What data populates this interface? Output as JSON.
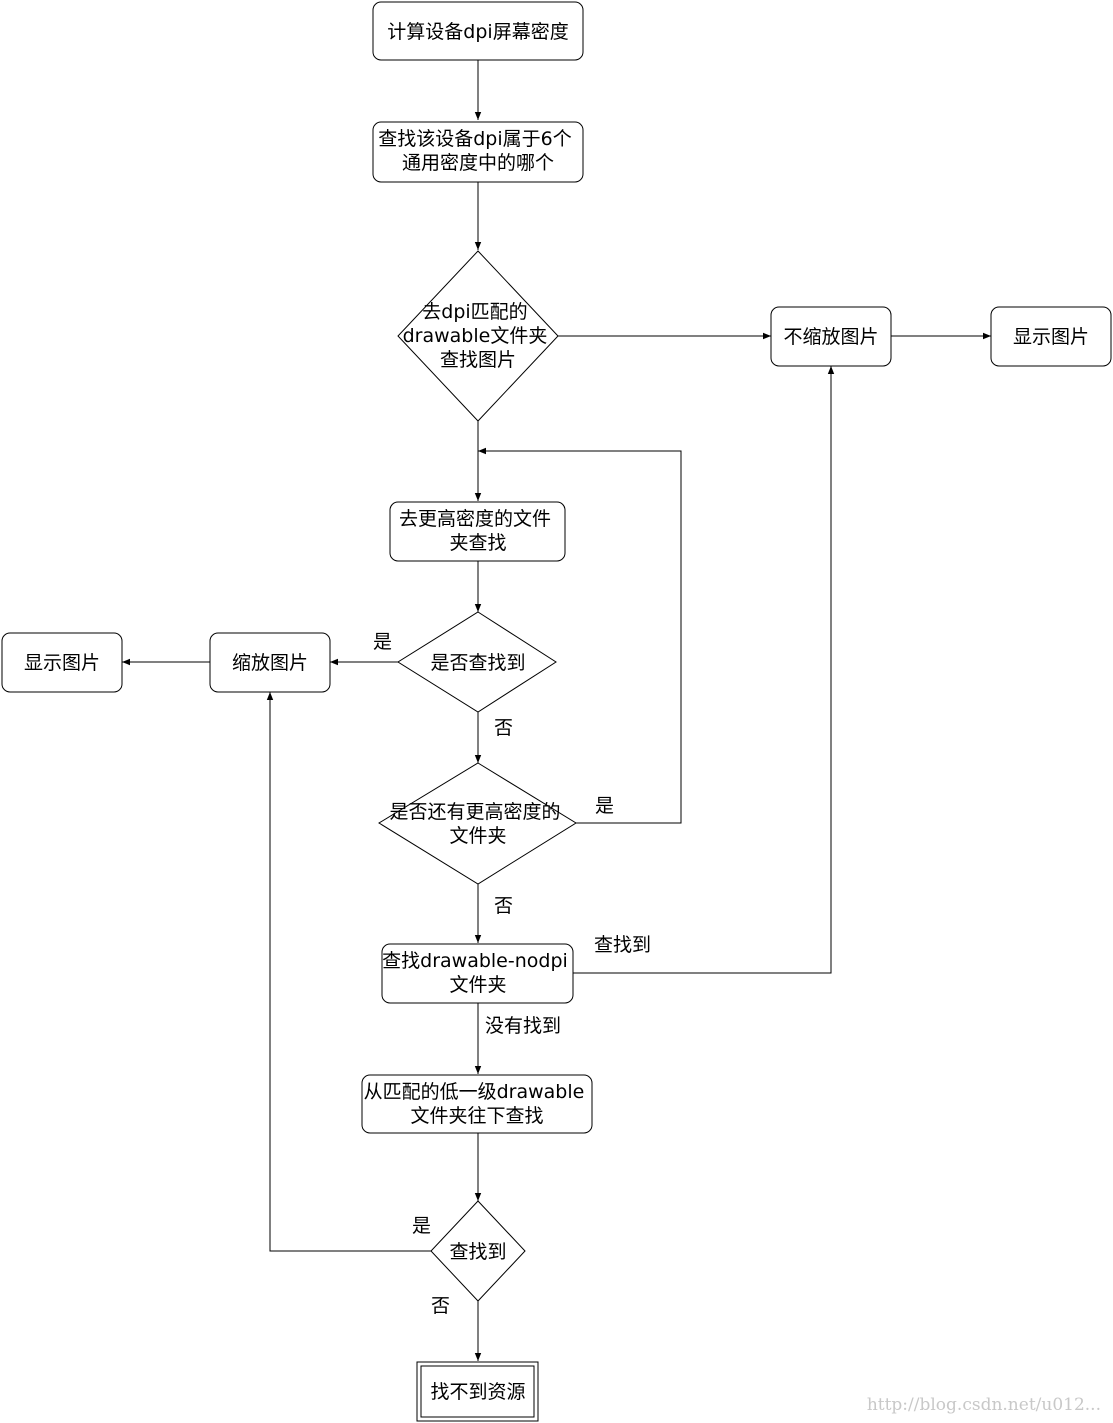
{
  "nodes": {
    "calc_dpi": "计算设备dpi屏幕密度",
    "which_density": [
      "查找该设备dpi属于6个",
      "通用密度中的哪个"
    ],
    "match_folder": [
      "去dpi匹配的",
      "drawable文件夹",
      "查找图片"
    ],
    "no_scale": "不缩放图片",
    "show_right": "显示图片",
    "higher_folder": [
      "去更高密度的文件",
      "夹查找"
    ],
    "found_q1": "是否查找到",
    "scale": "缩放图片",
    "show_left": "显示图片",
    "more_higher_q": [
      "是否还有更高密度的",
      "文件夹"
    ],
    "nodpi": [
      "查找drawable-nodpi",
      "文件夹"
    ],
    "lower_search": [
      "从匹配的低一级drawable",
      "文件夹往下查找"
    ],
    "found_q2": "查找到",
    "not_found": "找不到资源"
  },
  "edge_labels": {
    "yes_scale": "是",
    "no_1": "否",
    "yes_loop": "是",
    "no_2": "否",
    "found_nodpi": "查找到",
    "not_found_nodpi": "没有找到",
    "yes_2": "是",
    "no_3": "否"
  },
  "watermark": "http://blog.csdn.net/u012..."
}
